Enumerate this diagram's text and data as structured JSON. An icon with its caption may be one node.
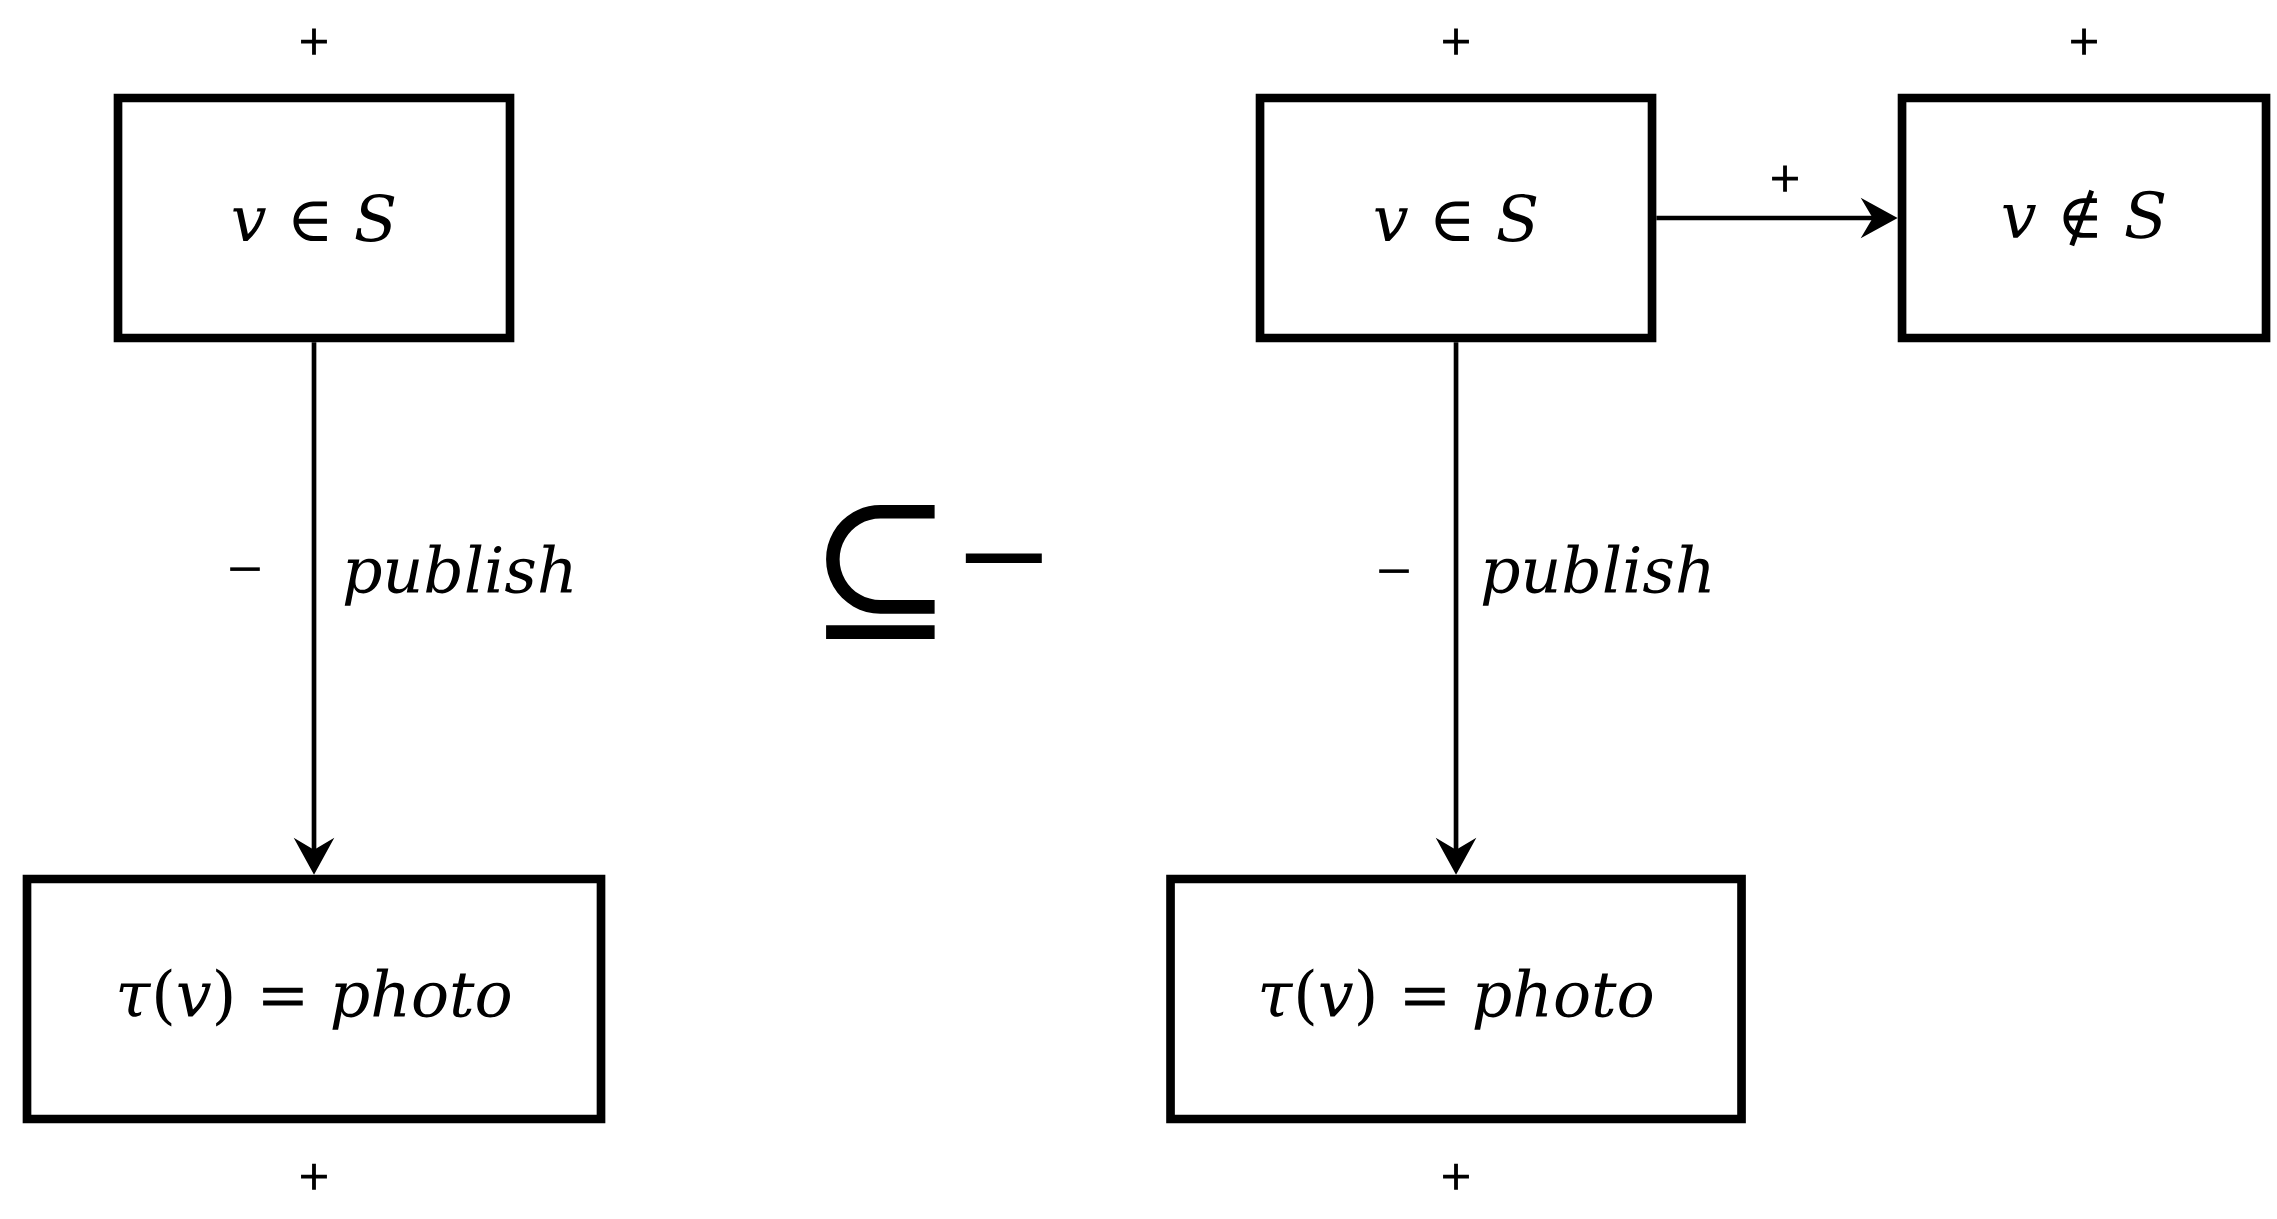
{
  "diagram": {
    "nodes": [
      {
        "text": [
          "*v* ∈ *S*"
        ],
        "beside": [
          "+"
        ]
      },
      {
        "text": [
          "*τ*(*v*) = *photo*"
        ],
        "beside": [
          "+"
        ]
      },
      {
        "text": [
          "*v* ∈ *S*"
        ],
        "beside": [
          "+"
        ]
      },
      {
        "text": [
          "*v* ∉ *S*"
        ],
        "beside": [
          "+"
        ]
      },
      {
        "text": [
          "*τ*(*v*) = *photo*"
        ],
        "beside": [
          "+"
        ]
      }
    ],
    "edges": [
      {
        "from": 0,
        "to": 1,
        "arrow": "to",
        "label": "publish"
      },
      {
        "from": 2,
        "to": 3,
        "arrow": "to",
        "label": "+"
      },
      {
        "from": 2,
        "to": 4,
        "arrow": "to",
        "label": "publish"
      }
    ],
    "labels": [
      "–",
      "⊆$^{−}$",
      "–"
    ]
  }
}
